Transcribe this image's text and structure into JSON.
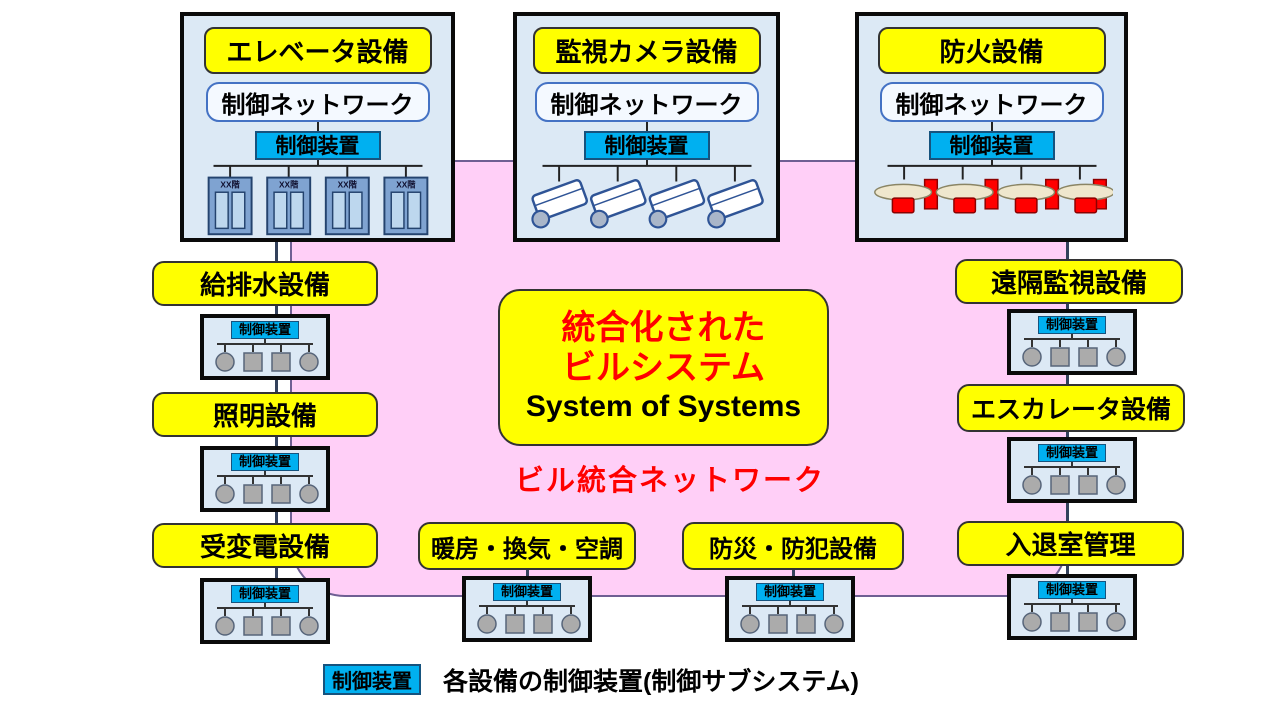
{
  "hub": {
    "title_line1": "統合化された",
    "title_line2": "ビルシステム",
    "title_line3": "System of Systems",
    "network_label": "ビル統合ネットワーク"
  },
  "top_systems": [
    {
      "title": "エレベータ設備",
      "network_label": "制御ネットワーク",
      "device_label": "制御装置",
      "icon": "elevator-doors",
      "floor_label": "XX階"
    },
    {
      "title": "監視カメラ設備",
      "network_label": "制御ネットワーク",
      "device_label": "制御装置",
      "icon": "surveillance-camera"
    },
    {
      "title": "防火設備",
      "network_label": "制御ネットワーク",
      "device_label": "制御装置",
      "icon": "fire-sprinkler"
    }
  ],
  "left_systems": [
    {
      "label": "給排水設備",
      "device_label": "制御装置"
    },
    {
      "label": "照明設備",
      "device_label": "制御装置"
    },
    {
      "label": "受変電設備",
      "device_label": "制御装置"
    }
  ],
  "right_systems": [
    {
      "label": "遠隔監視設備",
      "device_label": "制御装置"
    },
    {
      "label": "エスカレータ設備",
      "device_label": "制御装置"
    },
    {
      "label": "入退室管理",
      "device_label": "制御装置"
    }
  ],
  "bottom_systems": [
    {
      "label": "暖房・換気・空調",
      "device_label": "制御装置"
    },
    {
      "label": "防災・防犯設備",
      "device_label": "制御装置"
    }
  ],
  "legend": {
    "device_label": "制御装置",
    "description": "各設備の制御装置(制御サブシステム)"
  },
  "colors": {
    "accent_yellow": "#FFFF00",
    "accent_cyan": "#00B0F0",
    "pink_network": "#FFCFF7",
    "panel_blue": "#DCE9F5",
    "red_text": "#FF0000"
  }
}
